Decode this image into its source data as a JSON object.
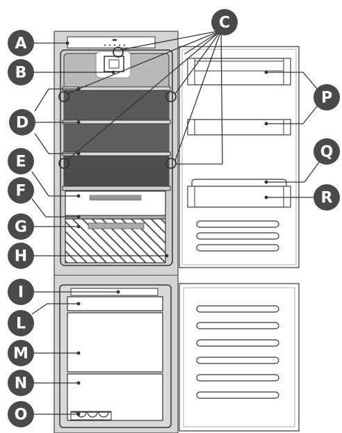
{
  "callouts": [
    {
      "id": "A",
      "letter": "A"
    },
    {
      "id": "B",
      "letter": "B"
    },
    {
      "id": "C",
      "letter": "C"
    },
    {
      "id": "D",
      "letter": "D"
    },
    {
      "id": "E",
      "letter": "E"
    },
    {
      "id": "F",
      "letter": "F"
    },
    {
      "id": "G",
      "letter": "G"
    },
    {
      "id": "H",
      "letter": "H"
    },
    {
      "id": "I",
      "letter": "I"
    },
    {
      "id": "L",
      "letter": "L"
    },
    {
      "id": "M",
      "letter": "M"
    },
    {
      "id": "N",
      "letter": "N"
    },
    {
      "id": "O",
      "letter": "O"
    },
    {
      "id": "P",
      "letter": "P"
    },
    {
      "id": "Q",
      "letter": "Q"
    },
    {
      "id": "R",
      "letter": "R"
    }
  ],
  "colors": {
    "callout_fill": "#4a4a4a",
    "callout_text": "#ffffff",
    "cabinet_fill": "#d4d4d4",
    "interior_fill": "#b9b9b9",
    "shelf_zone_fill": "#595959",
    "outline": "#333333",
    "drawer_fill": "#ffffff"
  }
}
